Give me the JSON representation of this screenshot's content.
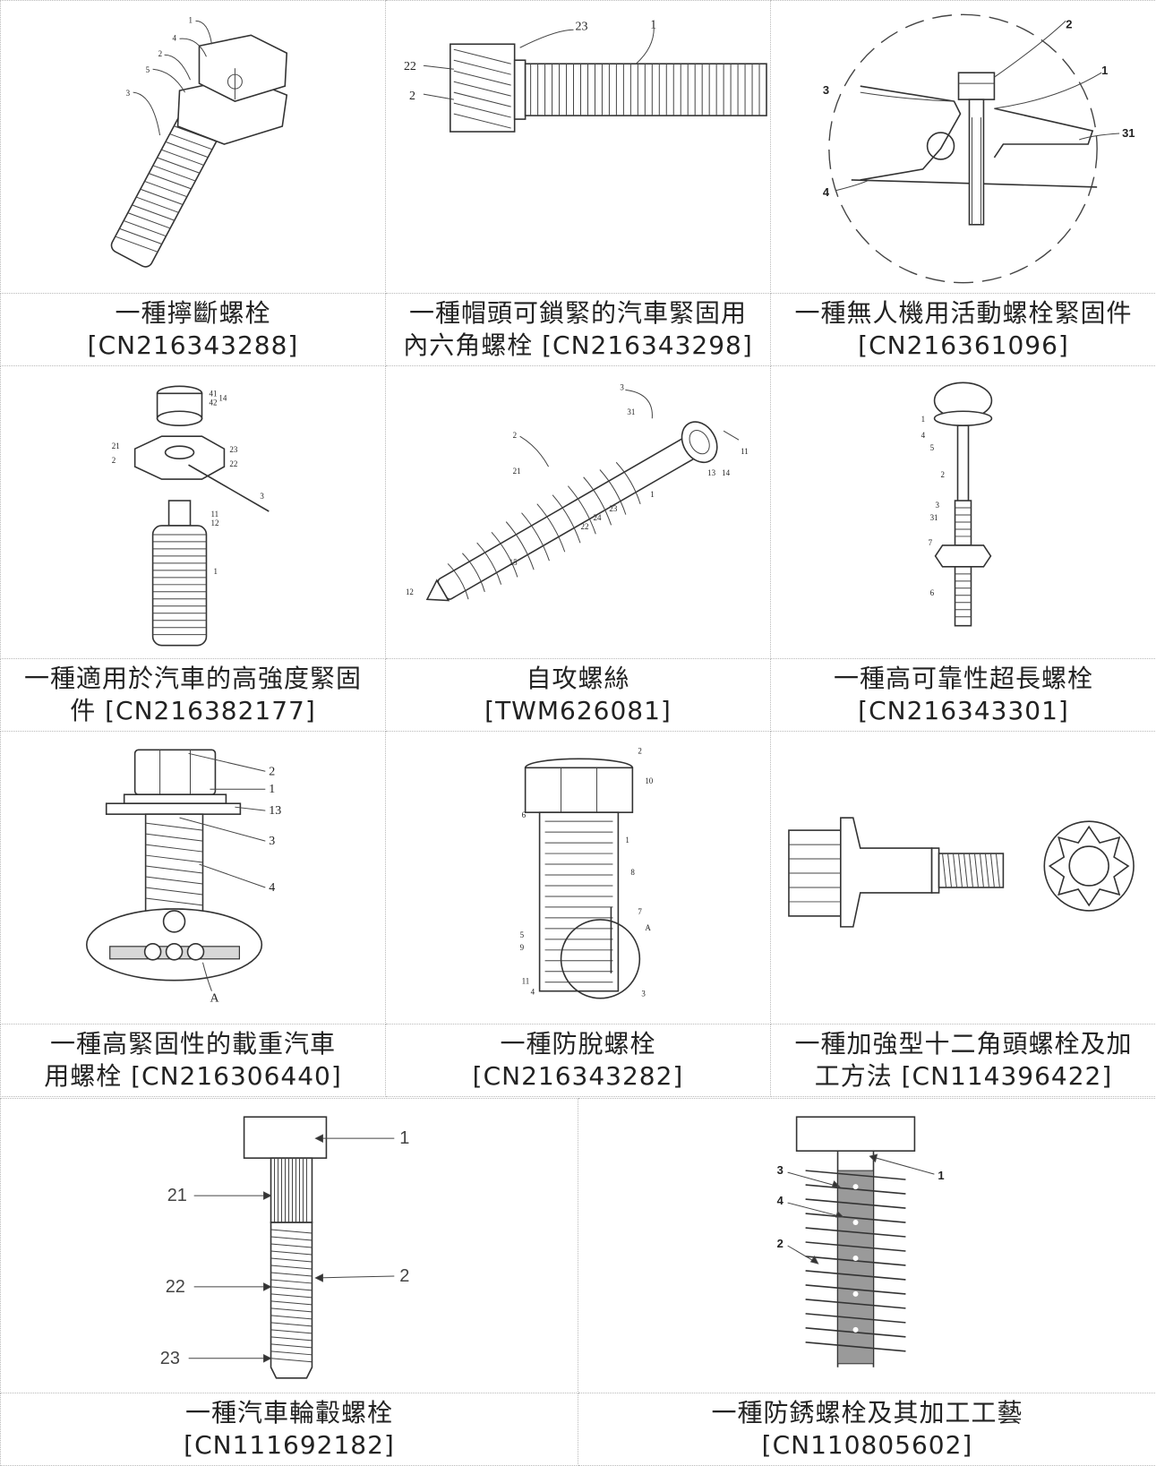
{
  "row1": [
    {
      "title": "一種擰斷螺栓",
      "code": "[CN216343288]"
    },
    {
      "title": "一種帽頭可鎖緊的汽車緊固用",
      "code": "內六角螺栓 [CN216343298]"
    },
    {
      "title": "一種無人機用活動螺栓緊固件",
      "code": "[CN216361096]"
    }
  ],
  "row2": [
    {
      "title": "一種適用於汽車的高強度緊固",
      "code": "件 [CN216382177]"
    },
    {
      "title": "自攻螺絲",
      "code": "[TWM626081]"
    },
    {
      "title": "一種高可靠性超長螺栓",
      "code": "[CN216343301]"
    }
  ],
  "row3": [
    {
      "title": "一種高緊固性的載重汽車",
      "code": "用螺栓 [CN216306440]"
    },
    {
      "title": "一種防脫螺栓",
      "code": "[CN216343282]"
    },
    {
      "title": "一種加強型十二角頭螺栓及加",
      "code": "工方法 [CN114396422]"
    }
  ],
  "row4": [
    {
      "title": "一種汽車輪轂螺栓",
      "code": "[CN111692182]"
    },
    {
      "title": "一種防銹螺栓及其加工工藝",
      "code": "[CN110805602]"
    }
  ],
  "labels": {
    "p1": [
      "1",
      "4",
      "2",
      "5",
      "3"
    ],
    "p2": [
      "23",
      "1",
      "22",
      "2"
    ],
    "p3": [
      "2",
      "1",
      "3",
      "31",
      "4"
    ],
    "p4": [
      "41",
      "42",
      "14",
      "21",
      "23",
      "2",
      "22",
      "3",
      "11",
      "12",
      "1"
    ],
    "p5": [
      "3",
      "31",
      "11",
      "2",
      "13",
      "14",
      "21",
      "1",
      "23",
      "24",
      "22",
      "15",
      "12"
    ],
    "p6": [
      "1",
      "4",
      "5",
      "2",
      "3",
      "31",
      "7",
      "6"
    ],
    "p7": [
      "2",
      "1",
      "13",
      "3",
      "4",
      "A"
    ],
    "p8": [
      "2",
      "10",
      "6",
      "1",
      "8",
      "7",
      "A",
      "5",
      "9",
      "11",
      "4",
      "3"
    ],
    "p10": [
      "1",
      "21",
      "2",
      "22",
      "23"
    ],
    "p11": [
      "3",
      "1",
      "4",
      "2"
    ]
  }
}
